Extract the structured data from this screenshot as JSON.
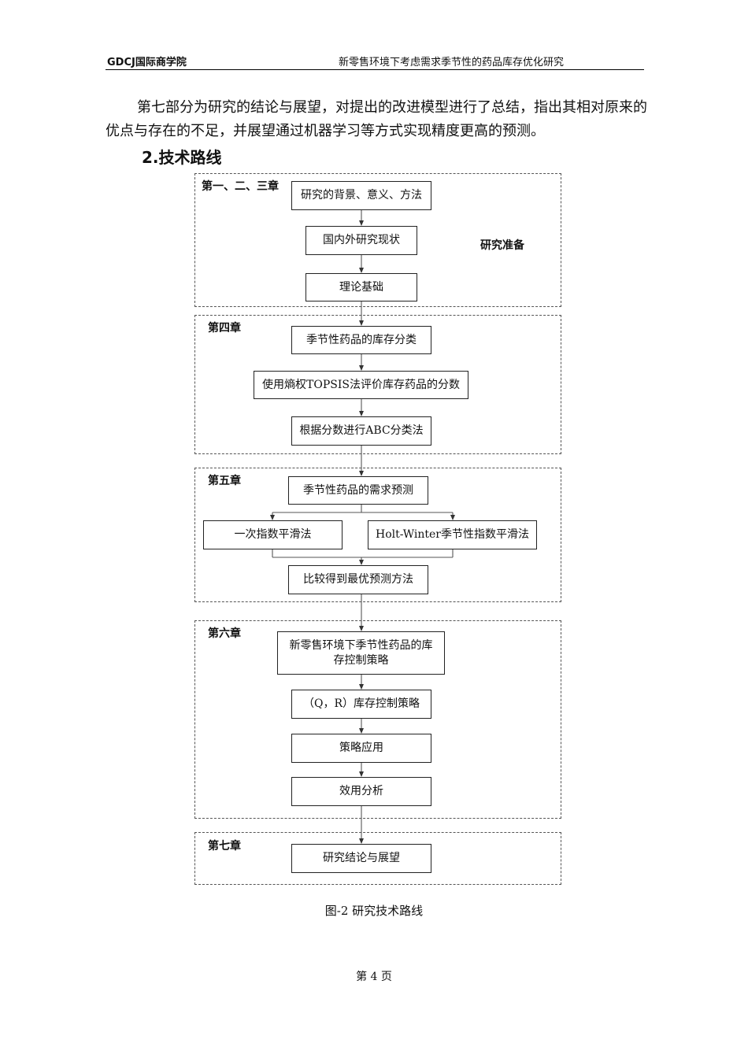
{
  "header": {
    "left": "GDCJ国际商学院",
    "right": "新零售环境下考虑需求季节性的药品库存优化研究"
  },
  "paragraph": "第七部分为研究的结论与展望，对提出的改进模型进行了总结，指出其相对原来的优点与存在的不足，并展望通过机器学习等方式实现精度更高的预测。",
  "section_title": "2.技术路线",
  "flowchart": {
    "groups": [
      {
        "label": "第一、二、三章",
        "side_label": "研究准备",
        "boxes": [
          "研究的背景、意义、方法",
          "国内外研究现状",
          "理论基础"
        ]
      },
      {
        "label": "第四章",
        "boxes": [
          "季节性药品的库存分类",
          "使用熵权TOPSIS法评价库存药品的分数",
          "根据分数进行ABC分类法"
        ]
      },
      {
        "label": "第五章",
        "boxes": [
          "季节性药品的需求预测",
          "一次指数平滑法",
          "Holt-Winter季节性指数平滑法",
          "比较得到最优预测方法"
        ]
      },
      {
        "label": "第六章",
        "boxes": [
          "新零售环境下季节性药品的库存控制策略",
          "（Q，R）库存控制策略",
          "策略应用",
          "效用分析"
        ]
      },
      {
        "label": "第七章",
        "boxes": [
          "研究结论与展望"
        ]
      }
    ]
  },
  "caption": "图-2  研究技术路线",
  "page_number": "第 4 页"
}
